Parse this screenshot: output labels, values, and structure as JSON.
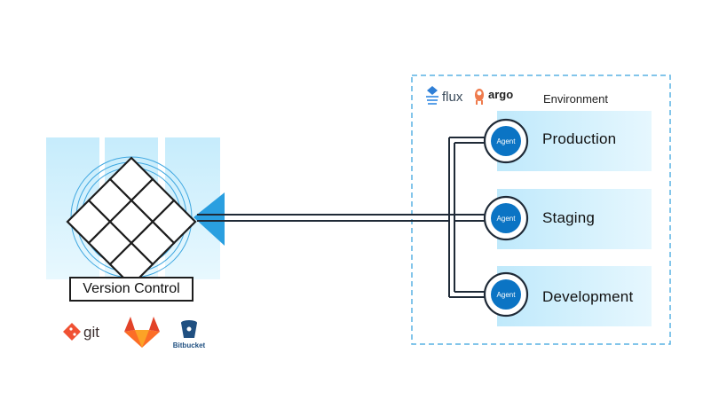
{
  "version_control": {
    "label": "Version Control",
    "providers": [
      {
        "name": "git",
        "icon": "git-icon",
        "color": "#f05133"
      },
      {
        "name": "gitlab",
        "icon": "gitlab-icon",
        "color": "#fc6d26"
      },
      {
        "name": "Bitbucket",
        "icon": "bitbucket-icon",
        "color": "#205081"
      }
    ]
  },
  "environment": {
    "label": "Environment",
    "tools": [
      {
        "name": "flux",
        "icon": "flux-icon"
      },
      {
        "name": "argo",
        "icon": "argo-icon"
      }
    ],
    "targets": [
      {
        "name": "Production",
        "agent": "Agent"
      },
      {
        "name": "Staging",
        "agent": "Agent"
      },
      {
        "name": "Development",
        "agent": "Agent"
      }
    ]
  },
  "colors": {
    "accent_blue": "#0b74c4",
    "light_blue": "#cfeefc",
    "line_dark": "#1f2a37",
    "dashed_border": "#58b2e3"
  }
}
